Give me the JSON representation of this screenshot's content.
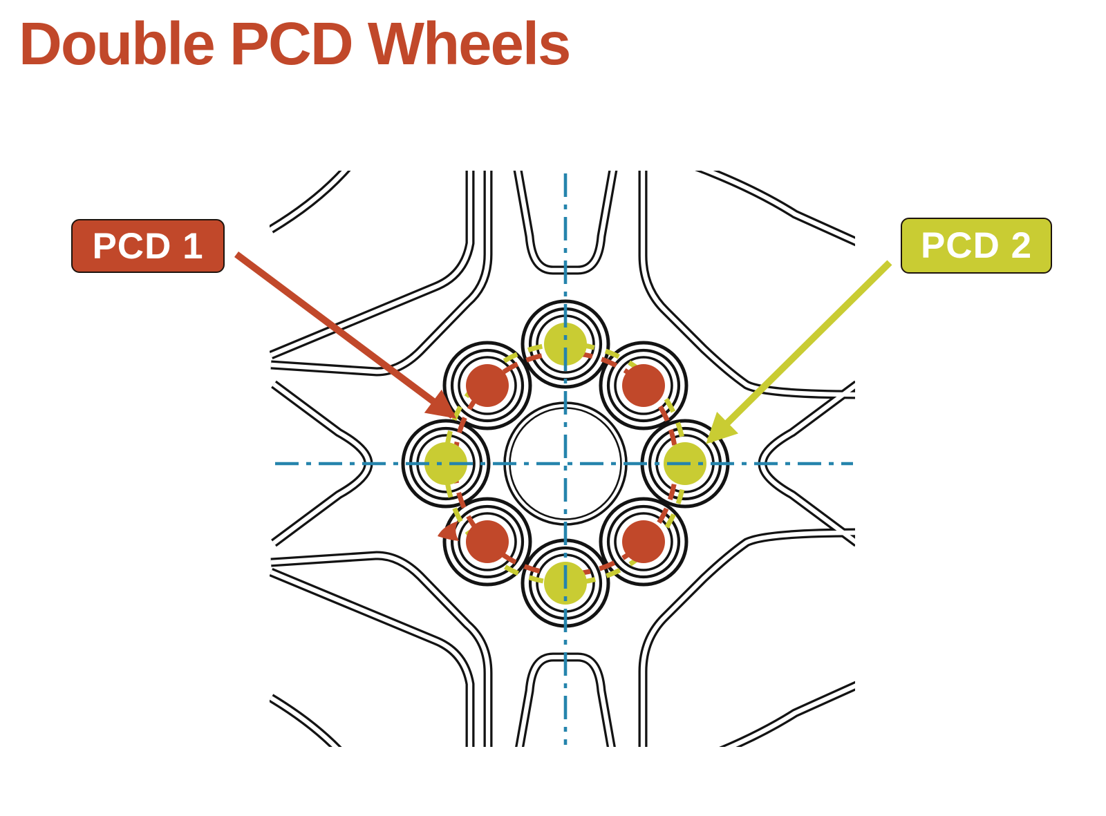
{
  "colors": {
    "red": "#C1482A",
    "yellow": "#C9CC33",
    "blue": "#2584AC",
    "line": "#131313",
    "background": "#FFFFFF",
    "label_text": "#FFFFFF"
  },
  "header": {
    "title": "Double PCD Wheels"
  },
  "diagram": {
    "type": "technical-illustration",
    "subject": "Alloy wheel hub front view with two overlapping bolt-hole pitch circles",
    "labels": {
      "pcd1": {
        "text": "PCD 1",
        "color_key": "red"
      },
      "pcd2": {
        "text": "PCD 2",
        "color_key": "yellow"
      }
    },
    "bolt_holes": {
      "pcd1_count": 4,
      "pcd1_positions": "diagonal (45°, 135°, 225°, 315°)",
      "pcd2_count": 4,
      "pcd2_positions": "cardinal (top, right, bottom, left)"
    },
    "pitch_circles": {
      "pcd1_style": "red dashed circle (inner pitch circle)",
      "pcd2_style": "yellow dashed circle (outer pitch circle)"
    },
    "centerlines": "blue dash-dot horizontal and vertical axes"
  }
}
